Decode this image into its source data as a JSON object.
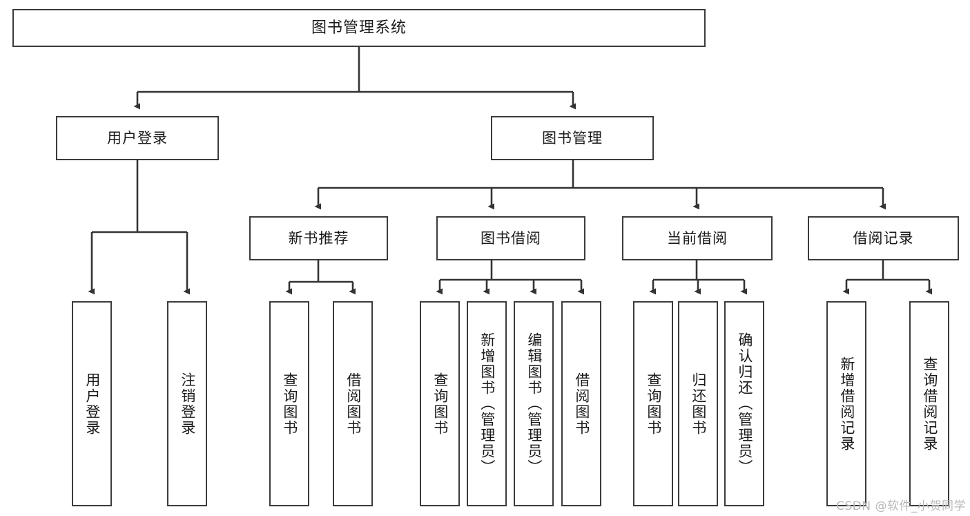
{
  "diagram": {
    "title": "图书管理系统",
    "type": "tree-hierarchy-diagram",
    "watermark": "CSDN @软件_小贺同学",
    "colors": {
      "box_border": "#3b3b3b",
      "box_fill": "#ffffff",
      "edge": "#333333",
      "text": "#1a1a1a",
      "watermark": "#b8b8b8",
      "background": "#ffffff"
    },
    "root": {
      "label": "图书管理系统"
    },
    "level2": [
      {
        "label": "用户登录"
      },
      {
        "label": "图书管理"
      }
    ],
    "level3": [
      {
        "label": "新书推荐"
      },
      {
        "label": "图书借阅"
      },
      {
        "label": "当前借阅"
      },
      {
        "label": "借阅记录"
      }
    ],
    "leaves": {
      "user_login": [
        {
          "label": "用户登录"
        },
        {
          "label": "注销登录"
        }
      ],
      "new_book_recommend": [
        {
          "label": "查询图书"
        },
        {
          "label": "借阅图书"
        }
      ],
      "book_borrow": [
        {
          "label": "查询图书"
        },
        {
          "label": "新增图书（管理员）"
        },
        {
          "label": "编辑图书（管理员）"
        },
        {
          "label": "借阅图书"
        }
      ],
      "current_borrow": [
        {
          "label": "查询图书"
        },
        {
          "label": "归还图书"
        },
        {
          "label": "确认归还（管理员）"
        }
      ],
      "borrow_record": [
        {
          "label": "新增借阅记录"
        },
        {
          "label": "查询借阅记录"
        }
      ]
    }
  }
}
